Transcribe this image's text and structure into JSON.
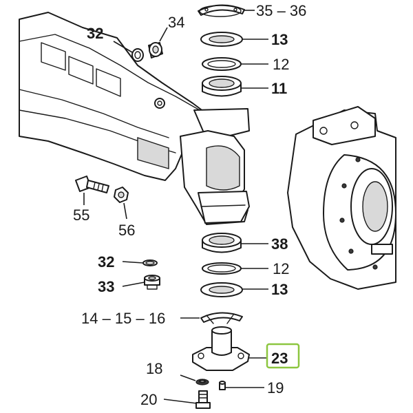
{
  "callouts": {
    "c35_36": "35 – 36",
    "c34": "34",
    "c32_top": "32",
    "c13_top": "13",
    "c12_top": "12",
    "c11": "11",
    "c55": "55",
    "c56": "56",
    "c38": "38",
    "c32_mid": "32",
    "c12_mid": "12",
    "c33": "33",
    "c13_mid": "13",
    "c14_15_16": "14 – 15 – 16",
    "c23": "23",
    "c18": "18",
    "c19": "19",
    "c20": "20"
  },
  "colors": {
    "line": "#1a1a1a",
    "highlight_box": "#8cc63f",
    "background": "#ffffff"
  }
}
